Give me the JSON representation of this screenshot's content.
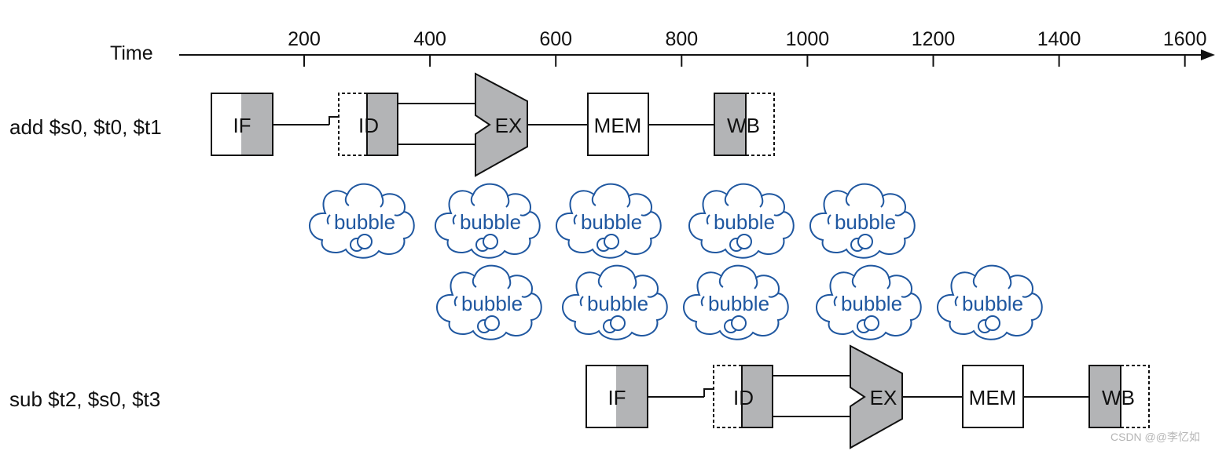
{
  "axis": {
    "label": "Time",
    "ticks": [
      "200",
      "400",
      "600",
      "800",
      "1000",
      "1200",
      "1400",
      "1600"
    ]
  },
  "instructions": [
    {
      "text": "add $s0, $t0, $t1",
      "stages": [
        "IF",
        "ID",
        "EX",
        "MEM",
        "WB"
      ]
    },
    {
      "text": "sub $t2, $s0, $t3",
      "stages": [
        "IF",
        "ID",
        "EX",
        "MEM",
        "WB"
      ]
    }
  ],
  "bubbles": {
    "label": "bubble",
    "rows": [
      [
        "bubble",
        "bubble",
        "bubble",
        "bubble",
        "bubble"
      ],
      [
        "bubble",
        "bubble",
        "bubble",
        "bubble",
        "bubble"
      ]
    ]
  },
  "colors": {
    "stage_fill": "#b3b4b6",
    "bubble_stroke": "#1f57a0",
    "line": "#111111"
  },
  "watermark": "CSDN @@李忆如"
}
